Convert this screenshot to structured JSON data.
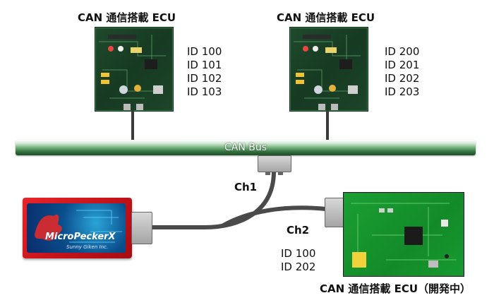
{
  "ecus": [
    {
      "title": "CAN 通信搭載 ECU",
      "ids": [
        "ID 100",
        "ID 101",
        "ID 102",
        "ID 103"
      ]
    },
    {
      "title": "CAN 通信搭載 ECU",
      "ids": [
        "ID 200",
        "ID 201",
        "ID 202",
        "ID 203"
      ]
    }
  ],
  "bus": {
    "label": "CAN Bus"
  },
  "channels": {
    "ch1": "Ch1",
    "ch2": "Ch2"
  },
  "dev_ecu": {
    "title": "CAN 通信搭載 ECU（開発中）",
    "ids": [
      "ID 100",
      "ID 202"
    ]
  },
  "analyzer": {
    "brand": "MicroPeckerX",
    "maker": "Sunny Giken Inc."
  },
  "colors": {
    "bus_green": "#2f6e3b",
    "analyzer_red": "#d11a21",
    "pcb_dark": "#1f4a2c",
    "pcb_light": "#1aa033"
  }
}
